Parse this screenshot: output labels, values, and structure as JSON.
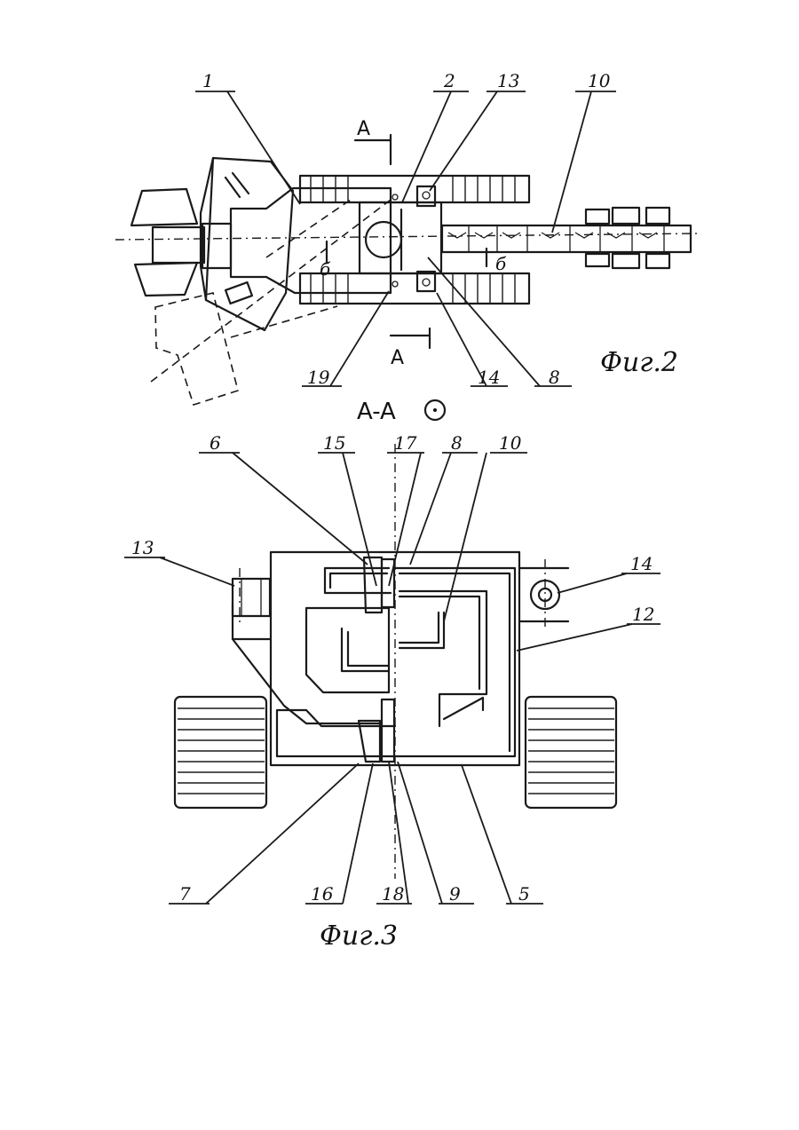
{
  "figure2": {
    "caption": "Фиг.2",
    "labels": {
      "l1": "1",
      "l2": "2",
      "l13": "13",
      "l10": "10",
      "l19": "19",
      "l14": "14",
      "l8": "8"
    },
    "section_a_top": "A",
    "section_a_bottom": "A",
    "section_b_left": "б",
    "section_b_right": "б"
  },
  "section_title": "A-A",
  "figure3": {
    "caption": "Фиг.3",
    "labels": {
      "l6": "6",
      "l15": "15",
      "l17": "17",
      "l8": "8",
      "l10": "10",
      "l13": "13",
      "l14": "14",
      "l12": "12",
      "l7": "7",
      "l16": "16",
      "l18": "18",
      "l9": "9",
      "l5": "5"
    }
  }
}
